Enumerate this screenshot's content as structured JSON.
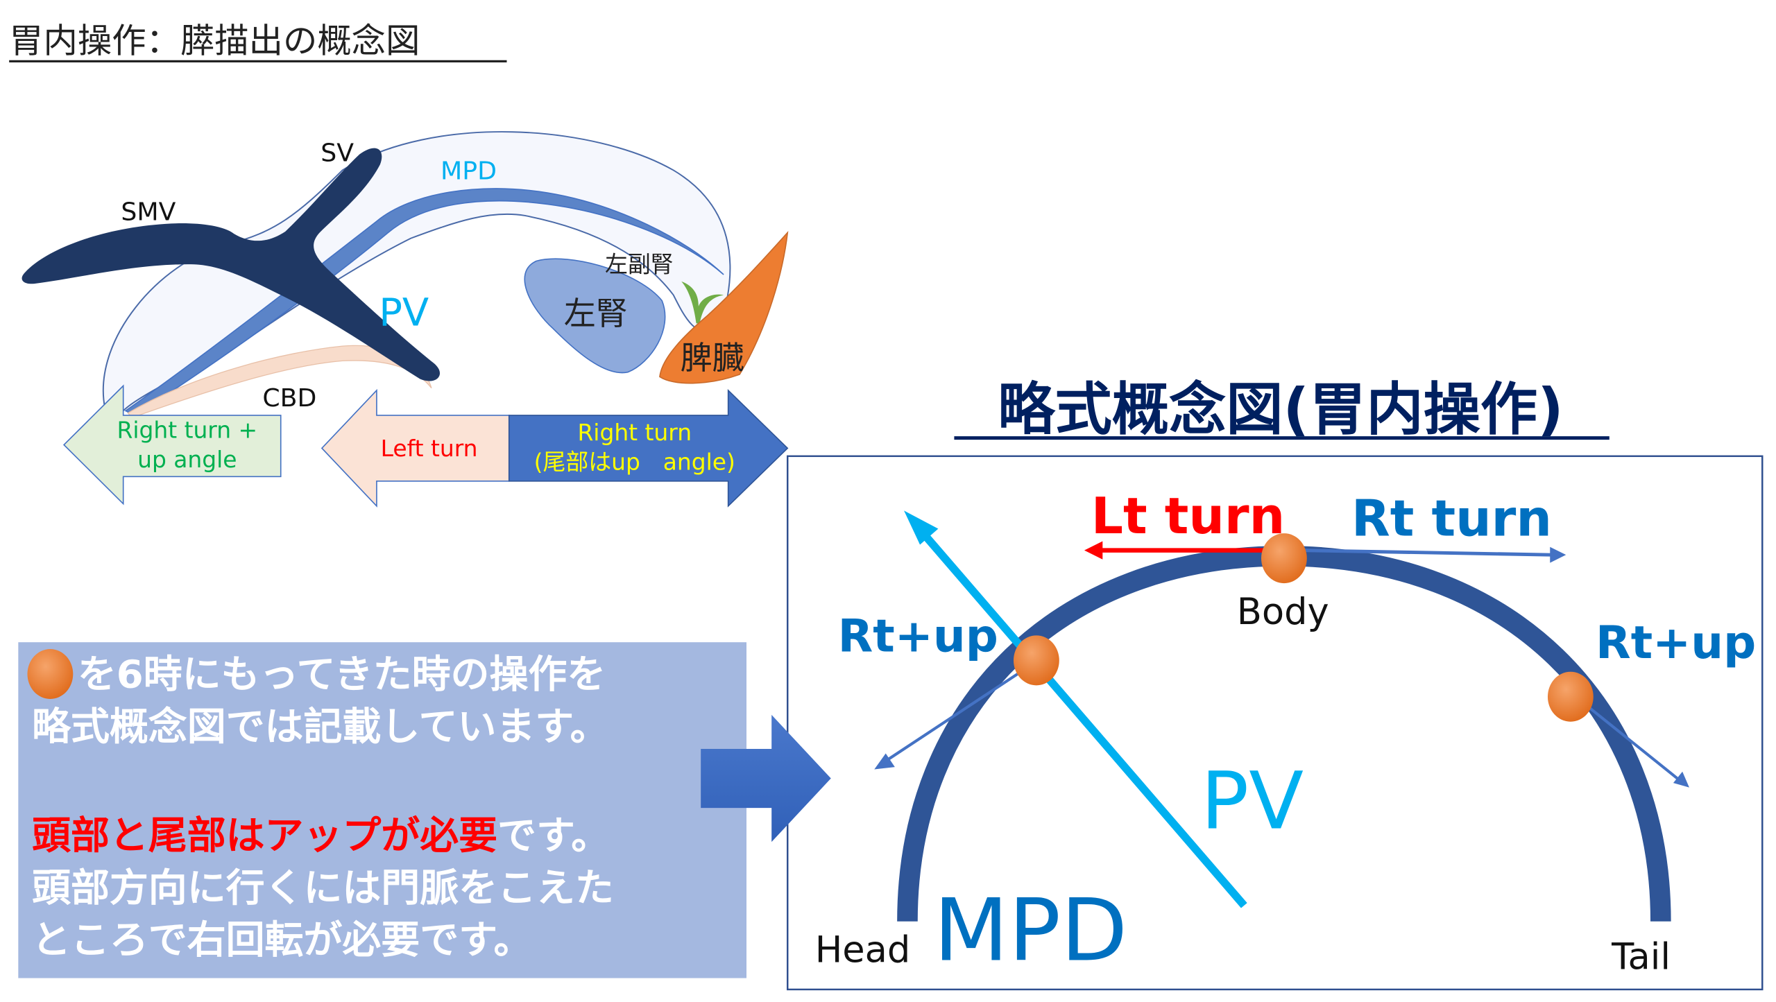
{
  "page_title": "胃内操作：膵描出の概念図",
  "anatomy": {
    "labels": {
      "sv": "SV",
      "smv": "SMV",
      "mpd": "MPD",
      "pv": "PV",
      "cbd": "CBD",
      "left_adrenal": "左副腎",
      "left_kidney": "左腎",
      "spleen": "脾臓"
    },
    "arrows": {
      "right_up": {
        "line1": "Right turn +",
        "line2": "up angle"
      },
      "left_turn": {
        "label": "Left turn"
      },
      "right_turn": {
        "line1": "Right turn",
        "line2": "(尾部はup　angle)"
      }
    }
  },
  "schematic": {
    "title": "略式概念図(胃内操作)",
    "lt_turn": "Lt turn",
    "rt_turn": "Rt turn",
    "rt_up_left": "Rt+up",
    "rt_up_right": "Rt+up",
    "body": "Body",
    "head": "Head",
    "tail": "Tail",
    "mpd": "MPD",
    "pv": "PV"
  },
  "note": {
    "line1": "を6時にもってきた時の操作を",
    "line2": "略式概念図では記載しています。",
    "line3_red": "頭部と尾部はアップが必要",
    "line3_rest": "です。",
    "line4": "頭部方向に行くには門脈をこえた",
    "line5": "ところで右回転が必要です。"
  },
  "colors": {
    "navy": "#1f3864",
    "mpd_blue": "#4472c4",
    "cyan": "#00b0f0",
    "orange": "#ed7d31",
    "red": "#ff0000",
    "note_bg": "#a4b8e0",
    "title_navy": "#002060"
  }
}
